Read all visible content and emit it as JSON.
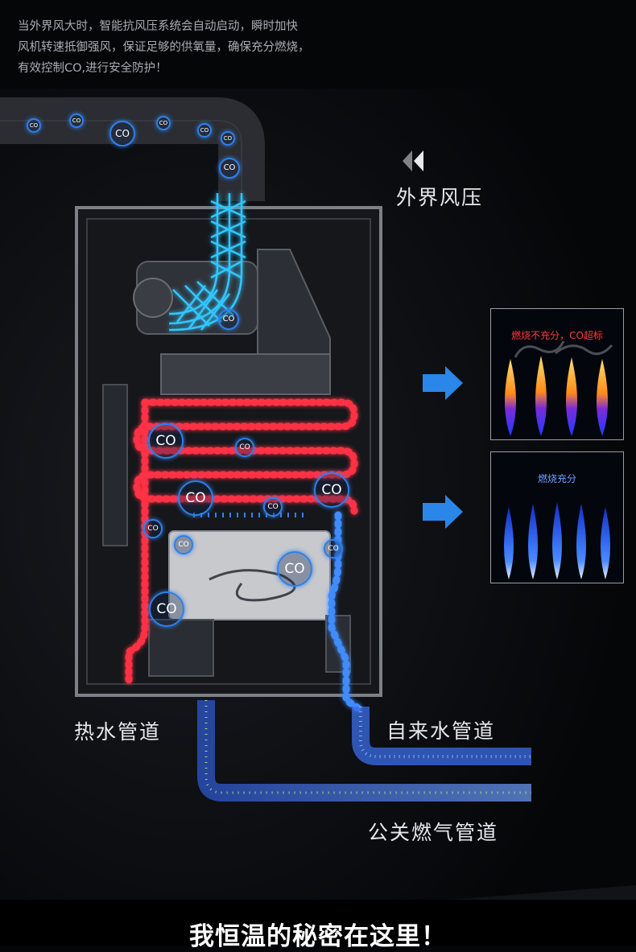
{
  "intro": {
    "line1": "当外界风大时，智能抗风压系统会自动启动，瞬时加快",
    "line2": "风机转速抵御强风，保证足够的供氧量，确保充分燃烧，",
    "line3": "有效控制CO,进行安全防护！"
  },
  "labels": {
    "wind": "外界风压",
    "hot_water": "热水管道",
    "tap_water": "自来水管道",
    "gas": "公关燃气管道"
  },
  "co_label": "CO",
  "panels": {
    "incomplete": {
      "caption": "燃烧不充分，CO超标",
      "flame_color": "#f2a321"
    },
    "complete": {
      "caption": "燃烧充分",
      "flame_color": "#2f6cff"
    }
  },
  "footer": {
    "title": "我恒温的秘密在这里！"
  },
  "colors": {
    "hot_pipe": "#ff3344",
    "cold_pipe": "#3f8cff",
    "gas_pipe": "#4a84ff",
    "air_flow": "#31c6ff",
    "arrow": "#2a86e8"
  }
}
